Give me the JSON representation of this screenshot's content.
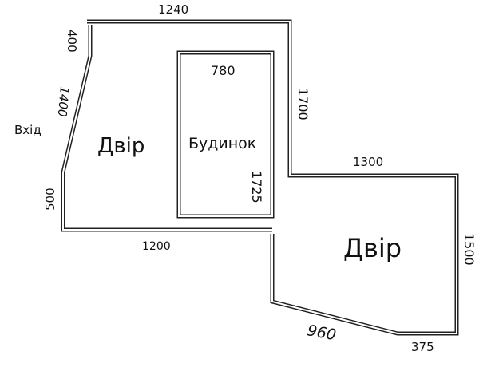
{
  "plan": {
    "labels": {
      "entrance": "Вхід",
      "yard_left": "Двір",
      "house": "Будинок",
      "yard_right": "Двір"
    },
    "dimensions": {
      "top": "1240",
      "left_top": "400",
      "left_diag": "1400",
      "left_bottom": "500",
      "bottom_left": "1200",
      "house_width": "780",
      "house_height": "1725",
      "middle_vertical": "1700",
      "right_top": "1300",
      "right_vertical": "1500",
      "bottom_diag": "960",
      "bottom_right": "375"
    },
    "colors": {
      "wall": "#222222",
      "background": "#ffffff"
    }
  }
}
